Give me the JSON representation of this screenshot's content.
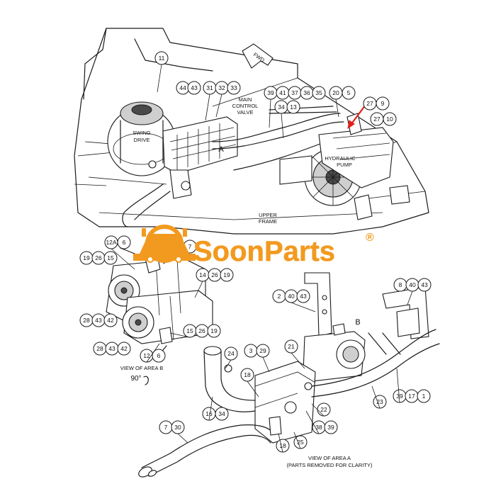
{
  "labels": {
    "fwd": "FWD",
    "swing_drive_1": "SWING",
    "swing_drive_2": "DRIVE",
    "main_control_valve_1": "MAIN",
    "main_control_valve_2": "CONTROL",
    "main_control_valve_3": "VALVE",
    "area_a": "A",
    "hydraulic_pump_1": "HYDRAULIC",
    "hydraulic_pump_2": "PUMP",
    "upper_frame_1": "UPPER",
    "upper_frame_2": "FRAME",
    "area_b": "B",
    "view_area_b": "VIEW OF AREA B",
    "rotation": "90°",
    "view_area_a_1": "VIEW OF AREA A",
    "view_area_a_2": "(PARTS REMOVED FOR CLARITY)"
  },
  "watermark": {
    "brand": "SoonParts",
    "registered": "®",
    "color": "#f29a1f"
  },
  "colors": {
    "line": "#1a1a1a",
    "arrow": "#e0201a"
  },
  "callouts": [
    "11",
    "44",
    "43",
    "31",
    "32",
    "33",
    "39",
    "41",
    "37",
    "36",
    "35",
    "20",
    "5",
    "34",
    "13",
    "27",
    "9",
    "27",
    "10",
    "12A",
    "6",
    "19",
    "26",
    "15",
    "7",
    "14",
    "26",
    "19",
    "28",
    "43",
    "42",
    "15",
    "26",
    "19",
    "28",
    "43",
    "42",
    "12",
    "6",
    "2",
    "40",
    "43",
    "8",
    "40",
    "43",
    "24",
    "3",
    "29",
    "21",
    "18",
    "16",
    "34",
    "39",
    "17",
    "1",
    "23",
    "22",
    "38",
    "39",
    "25",
    "18",
    "7",
    "30"
  ]
}
